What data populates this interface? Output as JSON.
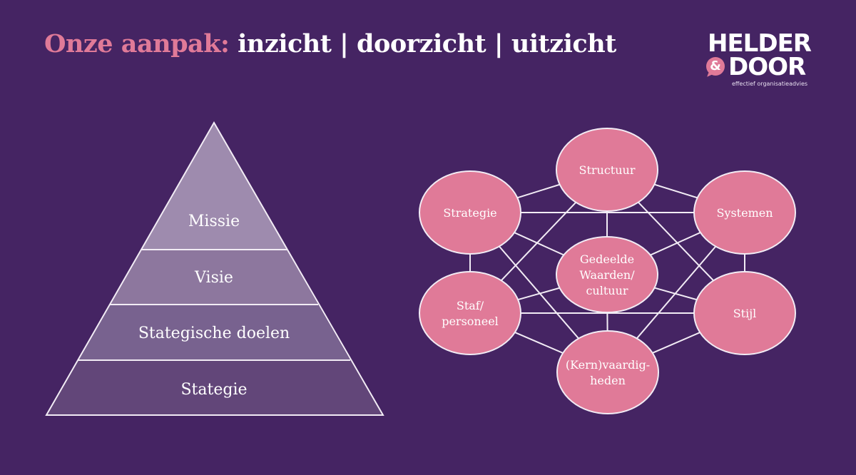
{
  "title": {
    "accent": "Onze aanpak:",
    "rest": " inzicht | doorzicht | uitzicht"
  },
  "logo": {
    "line1": "HELDER",
    "ampersand": "&",
    "line2": "DOOR",
    "tagline": "effectief organisatieadvies"
  },
  "colors": {
    "background": "#452463",
    "accent_pink": "#E07A98",
    "node_fill": "#E07A98",
    "stroke": "#F2ECF5",
    "pyramid_levels": [
      "#9E8BAE",
      "#8D779E",
      "#78628F",
      "#624679"
    ]
  },
  "pyramid": {
    "levels": [
      {
        "label": "Missie"
      },
      {
        "label": "Visie"
      },
      {
        "label": "Stategische doelen"
      },
      {
        "label": "Stategie"
      }
    ]
  },
  "network": {
    "nodes": [
      {
        "id": "structuur",
        "lines": [
          "Structuur"
        ]
      },
      {
        "id": "strategie",
        "lines": [
          "Strategie"
        ]
      },
      {
        "id": "systemen",
        "lines": [
          "Systemen"
        ]
      },
      {
        "id": "gedeelde",
        "lines": [
          "Gedeelde",
          "Waarden/",
          "cultuur"
        ]
      },
      {
        "id": "staf",
        "lines": [
          "Staf/",
          "personeel"
        ]
      },
      {
        "id": "stijl",
        "lines": [
          "Stijl"
        ]
      },
      {
        "id": "kern",
        "lines": [
          "(Kern)vaardig-",
          "heden"
        ]
      }
    ],
    "edges": [
      [
        "strategie",
        "structuur"
      ],
      [
        "structuur",
        "systemen"
      ],
      [
        "strategie",
        "systemen"
      ],
      [
        "structuur",
        "gedeelde"
      ],
      [
        "strategie",
        "gedeelde"
      ],
      [
        "systemen",
        "gedeelde"
      ],
      [
        "staf",
        "gedeelde"
      ],
      [
        "stijl",
        "gedeelde"
      ],
      [
        "gedeelde",
        "kern"
      ],
      [
        "staf",
        "stijl"
      ],
      [
        "strategie",
        "staf"
      ],
      [
        "systemen",
        "stijl"
      ],
      [
        "structuur",
        "staf"
      ],
      [
        "structuur",
        "stijl"
      ],
      [
        "strategie",
        "kern"
      ],
      [
        "systemen",
        "kern"
      ],
      [
        "staf",
        "kern"
      ],
      [
        "stijl",
        "kern"
      ]
    ]
  }
}
